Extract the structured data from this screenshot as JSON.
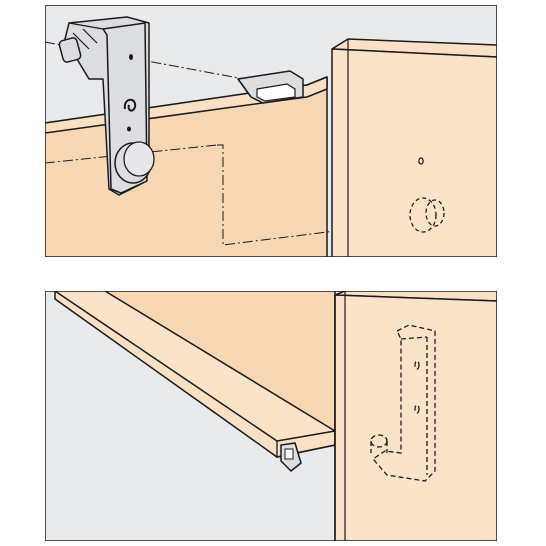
{
  "diagram": {
    "panels": [
      {
        "name": "top-panel",
        "depicts": [
          "drawer-front-panel",
          "side-panel",
          "mounting-bracket",
          "guide-clip",
          "round-knob"
        ]
      },
      {
        "name": "bottom-panel",
        "depicts": [
          "drawer-bottom-panel",
          "side-panel",
          "hidden-bracket"
        ]
      }
    ],
    "colors": {
      "background": "#e9eaec",
      "wood_light": "#fbe3ca",
      "wood_mid": "#f8d8b4",
      "wood_edge": "#fae0c4",
      "metal": "#dcdee2",
      "outline": "#1a1a1a"
    }
  }
}
